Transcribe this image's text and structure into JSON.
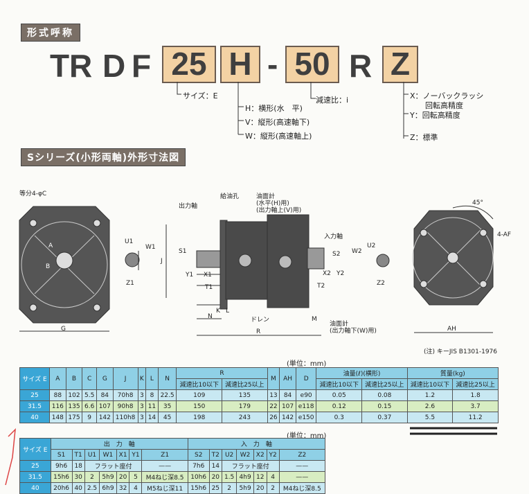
{
  "header_tab_1": "形式呼称",
  "header_tab_2": "Sシリーズ(小形両軸)外形寸法図",
  "code": {
    "t": "T",
    "r": "R",
    "d": "D",
    "f": "F",
    "size": "25",
    "h": "H",
    "dash": "-",
    "ratio": "50",
    "r2": "R",
    "z": "Z"
  },
  "legend": {
    "size": "サイズ：E",
    "ratio": "減速比：i",
    "h": "H：横形(水　平)",
    "v": "V：縦形(高速軸下)",
    "w": "W：縦形(高速軸上)",
    "x1": "X：ノーバックラッシ",
    "x2": "回転高精度",
    "y": "Y：回転高精度",
    "z": "Z：標準"
  },
  "drawing": {
    "div4": "等分4-φC",
    "a": "A",
    "b": "B",
    "u1": "U1",
    "w1": "W1",
    "z1": "Z1",
    "g": "G",
    "output_shaft": "出力軸",
    "oil_fill": "給油孔",
    "oil_gauge": "油面計",
    "oil_gauge_h": "(水平(H)用)",
    "oil_gauge_v": "(出力軸上(V)用)",
    "input_shaft": "入力軸",
    "s1": "S1",
    "j": "J",
    "y1": "Y1",
    "x1": "X1",
    "t1": "T1",
    "n": "N",
    "k": "K",
    "l": "L",
    "drain": "ドレン",
    "r": "R",
    "m": "M",
    "s2": "S2",
    "x2": "X2",
    "y2": "Y2",
    "t2": "T2",
    "oil_gauge_w1": "油面計",
    "oil_gauge_w2": "(出力軸下(W)用)",
    "deg": "45°",
    "af": "4-AF",
    "u2": "U2",
    "w2": "W2",
    "z2": "Z2",
    "ah": "AH",
    "note": "(注) キーJIS B1301-1976"
  },
  "table1": {
    "unit": "(単位：mm)",
    "size_h": "サイズ E",
    "cols": [
      "A",
      "B",
      "C",
      "G",
      "J",
      "K",
      "L",
      "N"
    ],
    "r_h": "R",
    "r_sub": [
      "減速比10以下",
      "減速比25以上"
    ],
    "m": "M",
    "ah": "AH",
    "d": "D",
    "oil_h": "油量(ℓ)(横形)",
    "oil_sub": [
      "減速比10以下",
      "減速比25以上"
    ],
    "mass_h": "質量(kg)",
    "mass_sub": [
      "減速比10以下",
      "減速比25以上"
    ],
    "rows": [
      [
        "25",
        "88",
        "102",
        "5.5",
        "84",
        "70h8",
        "3",
        "8",
        "22.5",
        "109",
        "135",
        "13",
        "84",
        "e90",
        "0.05",
        "0.08",
        "1.2",
        "1.8"
      ],
      [
        "31.5",
        "116",
        "135",
        "6.6",
        "107",
        "90h8",
        "3",
        "11",
        "35",
        "150",
        "179",
        "22",
        "107",
        "e118",
        "0.12",
        "0.15",
        "2.6",
        "3.7"
      ],
      [
        "40",
        "148",
        "175",
        "9",
        "142",
        "110h8",
        "3",
        "14",
        "45",
        "198",
        "243",
        "26",
        "142",
        "e150",
        "0.3",
        "0.37",
        "5.5",
        "11.2"
      ]
    ]
  },
  "table2": {
    "unit": "(単位：mm)",
    "size_h": "サイズ E",
    "out_h": "出　力　軸",
    "in_h": "入　力　軸",
    "cols": [
      "S1",
      "T1",
      "U1",
      "W1",
      "X1",
      "Y1",
      "Z1",
      "S2",
      "T2",
      "U2",
      "W2",
      "X2",
      "Y2",
      "Z2"
    ],
    "rows": [
      [
        "25",
        "9h6",
        "18",
        "フラット座付",
        "——",
        "7h6",
        "14",
        "フラット座付",
        "——"
      ],
      [
        "31.5",
        "15h6",
        "30",
        "2",
        "5h9",
        "20",
        "5",
        "M4ねじ深8.5",
        "10h6",
        "20",
        "1.5",
        "4h9",
        "12",
        "4",
        "——"
      ],
      [
        "40",
        "20h6",
        "40",
        "2.5",
        "6h9",
        "32",
        "4",
        "M5ねじ深11",
        "15h6",
        "25",
        "2",
        "5h9",
        "20",
        "2",
        "M4ねじ深8.5"
      ]
    ]
  }
}
